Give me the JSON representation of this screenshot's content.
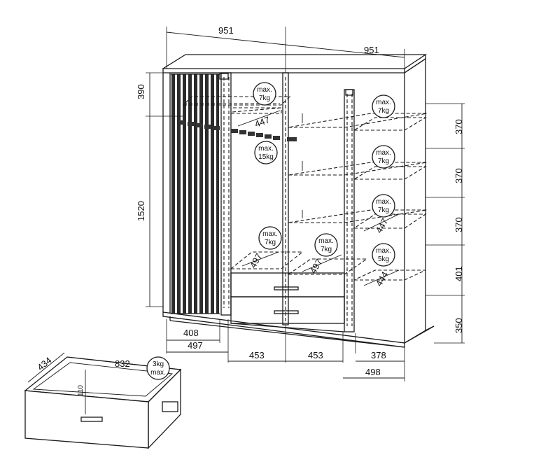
{
  "dimensions": {
    "top_left_width": "951",
    "top_right_width": "951",
    "left_upper_height": "390",
    "left_total_height": "1520",
    "right_shelf_1": "370",
    "right_shelf_2": "370",
    "right_shelf_3": "370",
    "right_shelf_4": "401",
    "right_bottom": "350",
    "bottom_408": "408",
    "bottom_497": "497",
    "bottom_453_left": "453",
    "bottom_453_right": "453",
    "bottom_378": "378",
    "bottom_498": "498",
    "depth_rail": "447",
    "depth_shelf_right": "447",
    "depth_shelf_right_low": "444",
    "depth_drawer_left": "497",
    "depth_drawer_right": "497",
    "drawer_depth": "434",
    "drawer_width": "832",
    "drawer_height": "110"
  },
  "load_badges": {
    "top_left": [
      "max.",
      "7kg"
    ],
    "rail": [
      "max.",
      "15kg"
    ],
    "right_1": [
      "max.",
      "7kg"
    ],
    "right_2": [
      "max.",
      "7kg"
    ],
    "right_3": [
      "max.",
      "7kg"
    ],
    "right_4": [
      "max.",
      "5kg"
    ],
    "bottom_left": [
      "max.",
      "7kg"
    ],
    "bottom_mid": [
      "max.",
      "7kg"
    ],
    "drawer": [
      "3kg",
      "max."
    ]
  }
}
